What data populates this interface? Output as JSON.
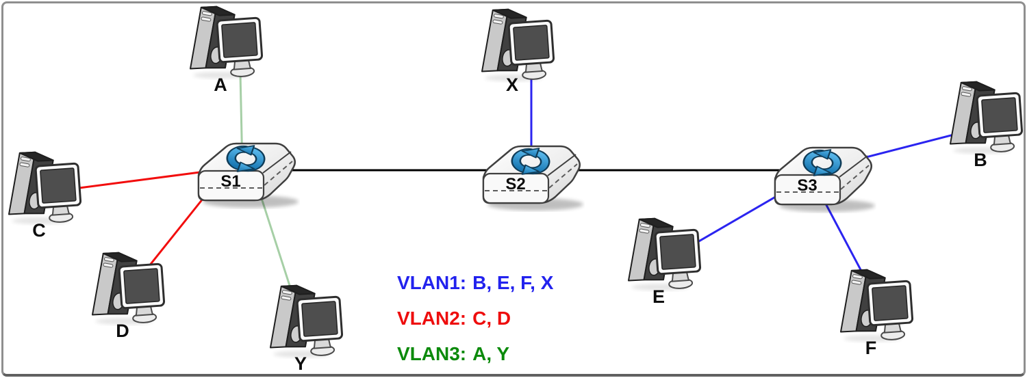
{
  "legend": {
    "items": [
      {
        "id": "vlan1",
        "name": "VLAN1:",
        "members": "B, E, F, X",
        "color": "#2222EE"
      },
      {
        "id": "vlan2",
        "name": "VLAN2:",
        "members": "C, D",
        "color": "#EE0D0D"
      },
      {
        "id": "vlan3",
        "name": "VLAN3:",
        "members": "A, Y",
        "color": "#0B8A0B"
      }
    ]
  },
  "switches": [
    {
      "id": "S1",
      "label": "S1"
    },
    {
      "id": "S2",
      "label": "S2"
    },
    {
      "id": "S3",
      "label": "S3"
    }
  ],
  "hosts": [
    {
      "id": "A",
      "label": "A",
      "vlan": "VLAN3",
      "connected_to": "S1"
    },
    {
      "id": "X",
      "label": "X",
      "vlan": "VLAN1",
      "connected_to": "S2"
    },
    {
      "id": "B",
      "label": "B",
      "vlan": "VLAN1",
      "connected_to": "S3"
    },
    {
      "id": "C",
      "label": "C",
      "vlan": "VLAN2",
      "connected_to": "S1"
    },
    {
      "id": "D",
      "label": "D",
      "vlan": "VLAN2",
      "connected_to": "S1"
    },
    {
      "id": "Y",
      "label": "Y",
      "vlan": "VLAN3",
      "connected_to": "S1"
    },
    {
      "id": "E",
      "label": "E",
      "vlan": "VLAN1",
      "connected_to": "S3"
    },
    {
      "id": "F",
      "label": "F",
      "vlan": "VLAN1",
      "connected_to": "S3"
    }
  ],
  "links": [
    {
      "id": "a-s1",
      "from": "A",
      "to": "S1",
      "type": "access",
      "color": "#A6CFA6",
      "width": 3
    },
    {
      "id": "y-s1",
      "from": "Y",
      "to": "S1",
      "type": "access",
      "color": "#A6CFA6",
      "width": 3
    },
    {
      "id": "c-s1",
      "from": "C",
      "to": "S1",
      "type": "access",
      "color": "#F20D0D",
      "width": 3
    },
    {
      "id": "d-s1",
      "from": "D",
      "to": "S1",
      "type": "access",
      "color": "#F20D0D",
      "width": 3
    },
    {
      "id": "x-s2",
      "from": "X",
      "to": "S2",
      "type": "access",
      "color": "#2B24F0",
      "width": 3
    },
    {
      "id": "b-s3",
      "from": "B",
      "to": "S3",
      "type": "access",
      "color": "#2B24F0",
      "width": 3
    },
    {
      "id": "e-s3",
      "from": "E",
      "to": "S3",
      "type": "access",
      "color": "#2B24F0",
      "width": 3
    },
    {
      "id": "f-s3",
      "from": "F",
      "to": "S3",
      "type": "access",
      "color": "#2B24F0",
      "width": 3
    },
    {
      "id": "s1-s3-trunk",
      "from": "S1",
      "to": "S3",
      "type": "trunk",
      "color": "#000000",
      "width": 3
    }
  ]
}
